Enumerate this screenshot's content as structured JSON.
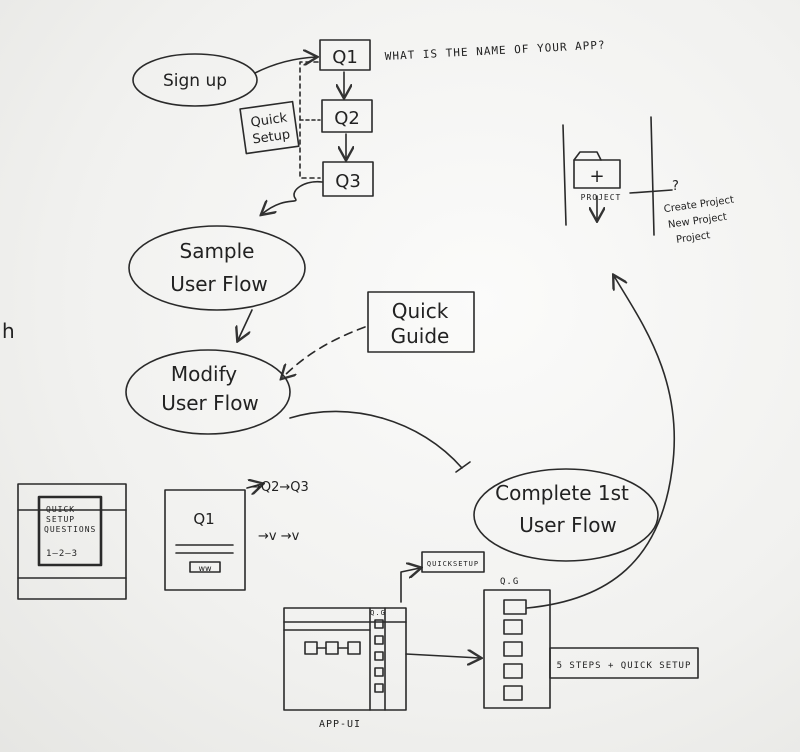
{
  "nodes": {
    "signup": "Sign up",
    "q1": "Q1",
    "q2": "Q2",
    "q3": "Q3",
    "question": "WHAT IS THE NAME OF YOUR APP?",
    "quick_setup_line1": "Quick",
    "quick_setup_line2": "Setup",
    "sample_line1": "Sample",
    "sample_line2": "User Flow",
    "quick_guide_line1": "Quick",
    "quick_guide_line2": "Guide",
    "modify_line1": "Modify",
    "modify_line2": "User Flow",
    "complete_line1": "Complete 1st",
    "complete_line2": "User Flow",
    "partial_h": "h"
  },
  "project_sketch": {
    "plus": "+",
    "label": "PROJECT",
    "question_mark": "?",
    "note_line1": "Create Project",
    "note_line2": "New Project",
    "note_line3": "Project"
  },
  "wireframes": {
    "qs_card_line1": "QUICK",
    "qs_card_line2": "SETUP",
    "qs_card_line3": "QUESTIONS",
    "qs_card_line4": "1—2—3",
    "q1_screen_title": "Q1",
    "q1_button": "ww",
    "q_chain": "→Q2→Q3",
    "check_chain": "→v →v",
    "quicksetup_label": "QUICKSETUP",
    "qg_small": "Q.G",
    "qg_panel_label": "Q.G",
    "app_ui_label": "APP-UI",
    "steps_label": "5 STEPS + QUICK SETUP"
  }
}
